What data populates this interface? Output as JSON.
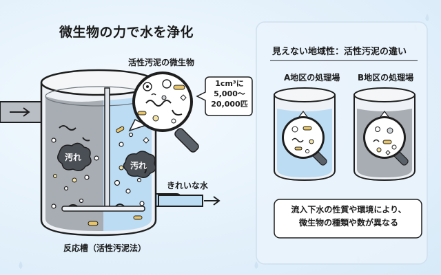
{
  "title": "微生物の力で水を浄化",
  "left": {
    "microbe_label": "活性汚泥の微生物",
    "callout_line1": "1cm³に",
    "callout_line2": "5,000～",
    "callout_line3": "20,000匹",
    "dirt_label": "汚れ",
    "clean_water_label": "きれいな水",
    "tank_label": "反応槽（活性汚泥法）"
  },
  "right": {
    "title": "見えない地域性：活性汚泥の違い",
    "area_a": "A地区の処理場",
    "area_b": "B地区の処理場",
    "note_line1": "流入下水の性質や環境により、",
    "note_line2": "微生物の種類や数が異なる"
  },
  "colors": {
    "water_gray": "#a8adb3",
    "water_blue": "#bcdcf3",
    "outline": "#1e1e1e",
    "microbe_yellow": "#e8c56a"
  }
}
